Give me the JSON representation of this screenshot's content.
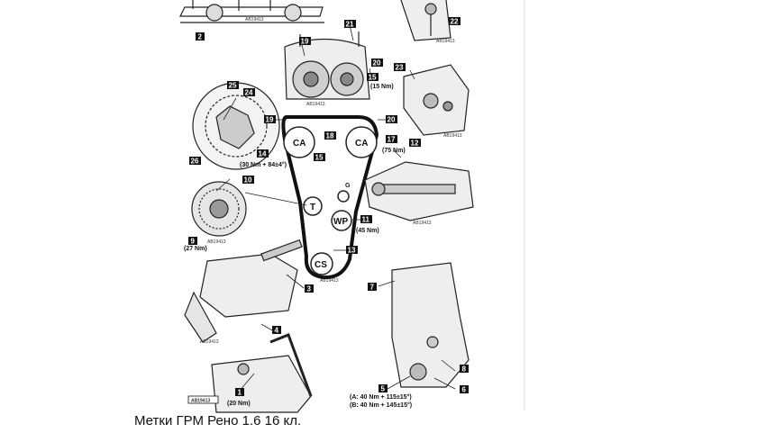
{
  "caption": "Метки ГРМ Рено 1.6 16 кл.",
  "callouts": [
    {
      "id": "c1",
      "text": "1"
    },
    {
      "id": "c2",
      "text": "2"
    },
    {
      "id": "c3",
      "text": "3"
    },
    {
      "id": "c4",
      "text": "4"
    },
    {
      "id": "c5",
      "text": "5"
    },
    {
      "id": "c6",
      "text": "6"
    },
    {
      "id": "c7",
      "text": "7"
    },
    {
      "id": "c8",
      "text": "8"
    },
    {
      "id": "c9",
      "text": "9"
    },
    {
      "id": "c10",
      "text": "10"
    },
    {
      "id": "c11",
      "text": "11"
    },
    {
      "id": "c12",
      "text": "12"
    },
    {
      "id": "c13",
      "text": "13"
    },
    {
      "id": "c14",
      "text": "14"
    },
    {
      "id": "c15a",
      "text": "15"
    },
    {
      "id": "c15b",
      "text": "15"
    },
    {
      "id": "c17",
      "text": "17"
    },
    {
      "id": "c18",
      "text": "18"
    },
    {
      "id": "c19a",
      "text": "19"
    },
    {
      "id": "c19b",
      "text": "19"
    },
    {
      "id": "c20a",
      "text": "20"
    },
    {
      "id": "c20b",
      "text": "20"
    },
    {
      "id": "c21",
      "text": "21"
    },
    {
      "id": "c22",
      "text": "22"
    },
    {
      "id": "c23",
      "text": "23"
    },
    {
      "id": "c24",
      "text": "24"
    },
    {
      "id": "c25",
      "text": "25"
    },
    {
      "id": "c26",
      "text": "26"
    }
  ],
  "pulleys": {
    "ca_left": "CA",
    "ca_right": "CA",
    "tensioner": "T",
    "water_pump": "WP",
    "crank": "CS",
    "g_mark": "G"
  },
  "torques": {
    "t15": "(15 Nm)",
    "t14": "(30 Nm + 84±4°)",
    "t17": "(75 Nm)",
    "t11": "(45 Nm)",
    "t9": "(27 Nm)",
    "t1": "(20 Nm)",
    "tA": "(A: 40 Nm + 115±15°)",
    "tB": "(B: 40 Nm + 145±15°)"
  },
  "refs": {
    "r1": "AB19413",
    "r2": "AB19413",
    "r3": "AB19413",
    "r4": "AB19413",
    "r5": "AB19413",
    "r6": "AB19413",
    "r7": "AB19413",
    "r8": "AB19413",
    "main_ref": "AB19413"
  }
}
